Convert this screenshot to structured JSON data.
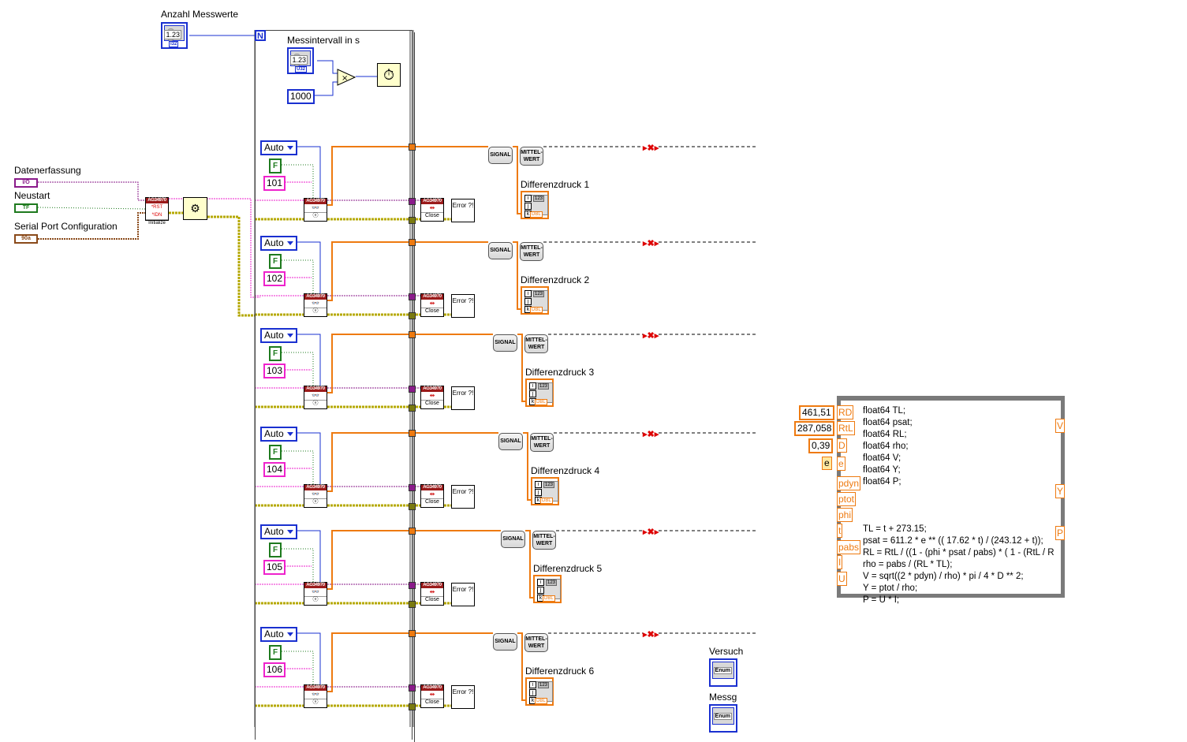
{
  "controls": {
    "anzahl_messwerte": {
      "label": "Anzahl Messwerte",
      "display": "1.23",
      "type": "I32"
    },
    "messintervall": {
      "label": "Messintervall in s",
      "display": "1.23",
      "type": "U32"
    },
    "multiplier_constant": "1000",
    "loop_count_terminal": "N",
    "datenerfassung": {
      "label": "Datenerfassung",
      "display": "I/O"
    },
    "neustart": {
      "label": "Neustart",
      "display": "TF"
    },
    "serial_port": {
      "label": "Serial Port Configuration",
      "display": "90a"
    },
    "versuch": {
      "label": "Versuch",
      "display": "Enum"
    },
    "messg": {
      "label": "Messg",
      "display": "Enum"
    }
  },
  "init_vi": {
    "header": "AG34970",
    "body": "*RST *IDN",
    "footer": "Initialize"
  },
  "channels": [
    {
      "mode": "Auto",
      "flag": "F",
      "channel": "101",
      "indicator": "Differenzdruck 1"
    },
    {
      "mode": "Auto",
      "flag": "F",
      "channel": "102",
      "indicator": "Differenzdruck 2"
    },
    {
      "mode": "Auto",
      "flag": "F",
      "channel": "103",
      "indicator": "Differenzdruck 3"
    },
    {
      "mode": "Auto",
      "flag": "F",
      "channel": "104",
      "indicator": "Differenzdruck 4"
    },
    {
      "mode": "Auto",
      "flag": "F",
      "channel": "105",
      "indicator": "Differenzdruck 5"
    },
    {
      "mode": "Auto",
      "flag": "F",
      "channel": "106",
      "indicator": "Differenzdruck 6"
    }
  ],
  "row_nodes": {
    "read_vi_header": "AG34970",
    "close_vi_header": "AG34970",
    "close_vi_footer": "Close",
    "error_label": "Error ?!",
    "signal_label": "SIGNAL",
    "mittelwert_label": "MITTEL- WERT",
    "indicator_numeric": "123",
    "indicator_type": "DBL",
    "indicator_index": [
      "i",
      "j",
      "k"
    ]
  },
  "formula_node": {
    "input_constants": [
      {
        "value": "461,51",
        "terminal": "RD"
      },
      {
        "value": "287,058",
        "terminal": "RtL"
      },
      {
        "value": "0,39",
        "terminal": "D"
      },
      {
        "value": "e",
        "terminal": "e"
      }
    ],
    "other_inputs": [
      "pdyn",
      "ptot",
      "phi",
      "t",
      "pabs",
      "I",
      "U"
    ],
    "outputs": [
      "V",
      "Y",
      "P"
    ],
    "code": "float64 TL;\nfloat64 psat;\nfloat64 RL;\nfloat64 rho;\nfloat64 V;\nfloat64 Y;\nfloat64 P;\n\n\n\nTL = t + 273.15;\npsat = 611.2 * e ** (( 17.62 * t) / (243.12 + t));\nRL = RtL / ((1 - (phi * psat / pabs) * ( 1 - (RtL / R\nrho = pabs / (RL * TL);\nV = sqrt((2 * pdyn) / rho) * pi / 4 * D ** 2;\nY = ptot / rho;\nP = U * I;"
  },
  "colors": {
    "integer_wire": "#1a30d0",
    "dbl_wire": "#ee7a10",
    "visa_wire": "#8a1a8a",
    "error_wire": "#b5a800",
    "string_wire": "#ee22cc",
    "bool_wire": "#1e7a1e",
    "vi_header": "#9b1b1b"
  }
}
